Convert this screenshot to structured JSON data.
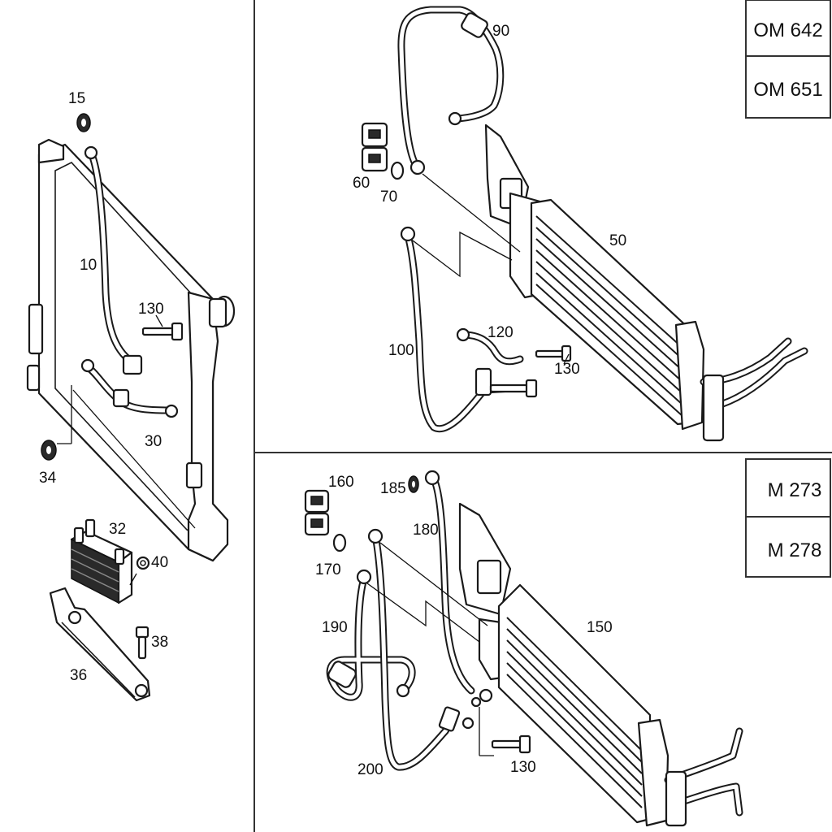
{
  "engine_variants": {
    "top_right": [
      "OM 642",
      "OM 651"
    ],
    "bottom_right": [
      "M 273",
      "M 278"
    ]
  },
  "callouts": {
    "left": [
      "15",
      "10",
      "130",
      "30",
      "34",
      "32",
      "40",
      "38",
      "36"
    ],
    "top_right": [
      "90",
      "60",
      "70",
      "50",
      "120",
      "100",
      "130"
    ],
    "bottom_right": [
      "160",
      "185",
      "180",
      "170",
      "150",
      "190",
      "200",
      "130"
    ]
  }
}
